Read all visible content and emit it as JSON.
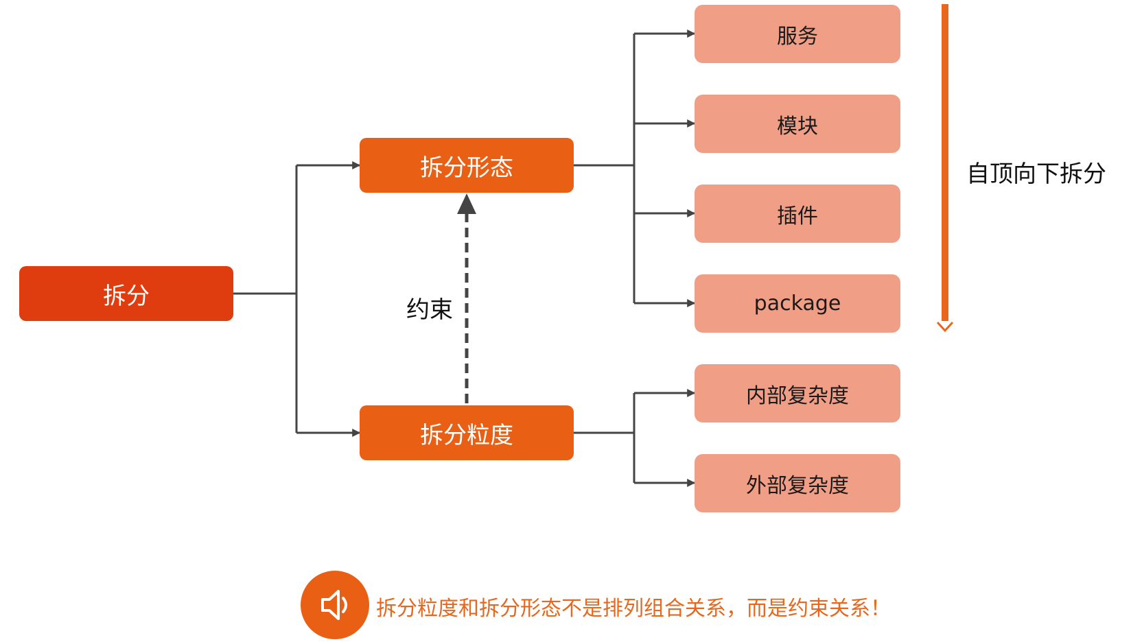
{
  "diagram": {
    "root": {
      "label": "拆分"
    },
    "branches": {
      "form": {
        "label": "拆分形态"
      },
      "granularity": {
        "label": "拆分粒度"
      }
    },
    "form_children": [
      "服务",
      "模块",
      "插件",
      "package"
    ],
    "granularity_children": [
      "内部复杂度",
      "外部复杂度"
    ],
    "constraint_label": "约束",
    "direction_label": "自顶向下拆分"
  },
  "note": {
    "text": "拆分粒度和拆分形态不是排列组合关系，而是约束关系！",
    "icon": "speaker-icon"
  },
  "colors": {
    "root": "#df3d0f",
    "branch": "#e95f13",
    "leaf": "#f09f86",
    "connector": "#444444",
    "direction_arrow": "#e8671c",
    "note_text": "#e8671c"
  }
}
